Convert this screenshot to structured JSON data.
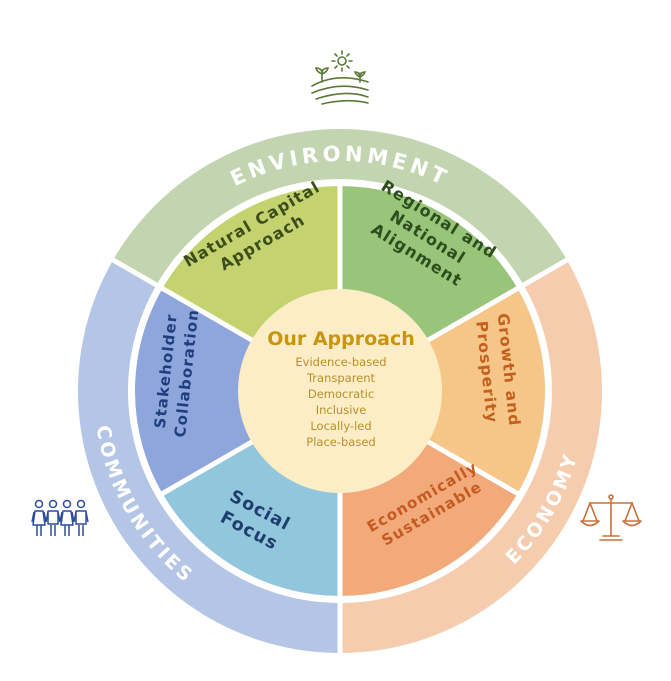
{
  "colors": {
    "environment": "#c2d5b0",
    "economy": "#f6ccaf",
    "communities": "#b4c5e6",
    "white": "#ffffff",
    "center_fill": "#fdedc6",
    "center_title": "#c9950f",
    "center_items": "#b8902a",
    "icon_env": "#5a7a35",
    "icon_comm": "#2d4d9a",
    "icon_econ": "#c8703a"
  },
  "outer_ring": [
    {
      "key": "environment",
      "label": "ENVIRONMENT",
      "color": "#c2d5b0"
    },
    {
      "key": "economy",
      "label": "ECONOMY",
      "color": "#f6ccaf"
    },
    {
      "key": "communities",
      "label": "COMMUNITIES",
      "color": "#b4c5e6"
    }
  ],
  "segments": [
    {
      "key": "natural-capital",
      "lines": [
        "Natural Capital",
        "Approach"
      ],
      "fill": "#c4d26f",
      "text": "#3d4d1a"
    },
    {
      "key": "regional-national",
      "lines": [
        "Regional and",
        "National",
        "Alignment"
      ],
      "fill": "#98c57a",
      "text": "#2d4d1d"
    },
    {
      "key": "growth-prosperity",
      "lines": [
        "Growth and",
        "Prosperity"
      ],
      "fill": "#f5c687",
      "text": "#c55f1e"
    },
    {
      "key": "economically-sustainable",
      "lines": [
        "Economically",
        "Sustainable"
      ],
      "fill": "#f2aa7b",
      "text": "#c55a22"
    },
    {
      "key": "social-focus",
      "lines": [
        "Social",
        "Focus"
      ],
      "fill": "#92c6dc",
      "text": "#1e3e6e"
    },
    {
      "key": "stakeholder-collaboration",
      "lines": [
        "Stakeholder",
        "Collaboration"
      ],
      "fill": "#8fa6dc",
      "text": "#1e3e7e"
    }
  ],
  "center": {
    "title": "Our Approach",
    "items": [
      "Evidence-based",
      "Transparent",
      "Democratic",
      "Inclusive",
      "Locally-led",
      "Place-based"
    ]
  },
  "icons": {
    "environment": "farmland-sun-icon",
    "communities": "people-group-icon",
    "economy": "balance-scale-icon"
  }
}
